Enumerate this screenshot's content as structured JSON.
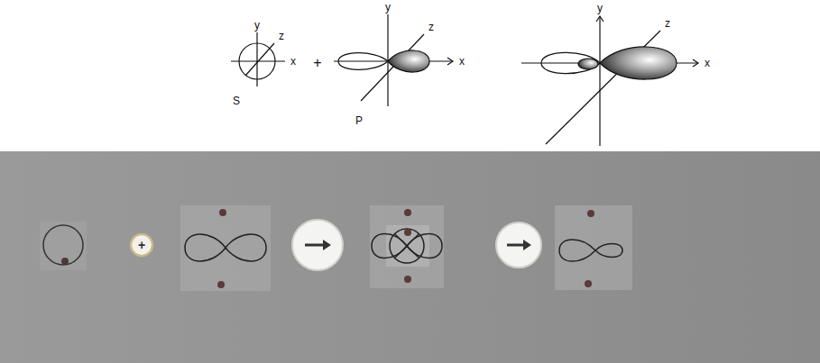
{
  "diagram": {
    "nodes": [
      {
        "text": [
          "+"
        ]
      }
    ],
    "labels": [
      "y",
      "z",
      "x",
      "S",
      "+",
      "y",
      "z",
      "x",
      "P",
      "y",
      "z",
      "x"
    ]
  }
}
